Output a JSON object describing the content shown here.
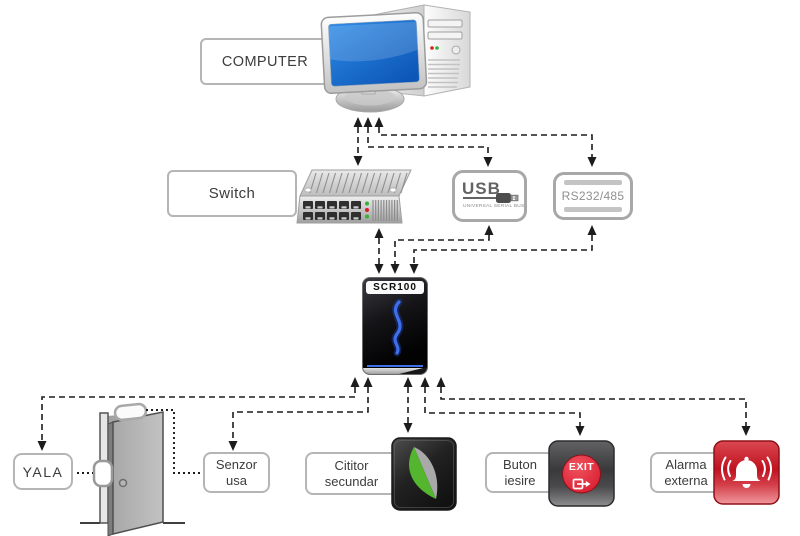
{
  "nodes": {
    "computer": {
      "label": "COMPUTER"
    },
    "switch": {
      "label": "Switch"
    },
    "usb": {
      "logo": "USB",
      "subtitle": "UNIVERSAL SERIAL BUS"
    },
    "rs232": {
      "label": "RS232/485"
    },
    "scr100": {
      "label": "SCR100"
    },
    "yala": {
      "label": "YALA"
    },
    "senzor": {
      "line1": "Senzor",
      "line2": "usa"
    },
    "cititor": {
      "line1": "Cititor",
      "line2": "secundar"
    },
    "buton": {
      "line1": "Buton",
      "line2": "iesire"
    },
    "alarma": {
      "line1": "Alarma",
      "line2": "externa"
    },
    "exit_button": {
      "label": "EXIT"
    }
  },
  "colors": {
    "line": "#1c1c1c",
    "text": "#3c3c3c",
    "muted_text": "#8f8f8f",
    "box_border": "#b5b5b5",
    "screen_blue": "#2e8be6",
    "screen_blue_dark": "#0d57b8",
    "scr_blue": "#3f6fe8",
    "leaf_green": "#54b52e",
    "exit_red": "#d5162a",
    "alarm_red": "#c01220",
    "led_green": "#35b135",
    "led_red": "#d42222"
  }
}
